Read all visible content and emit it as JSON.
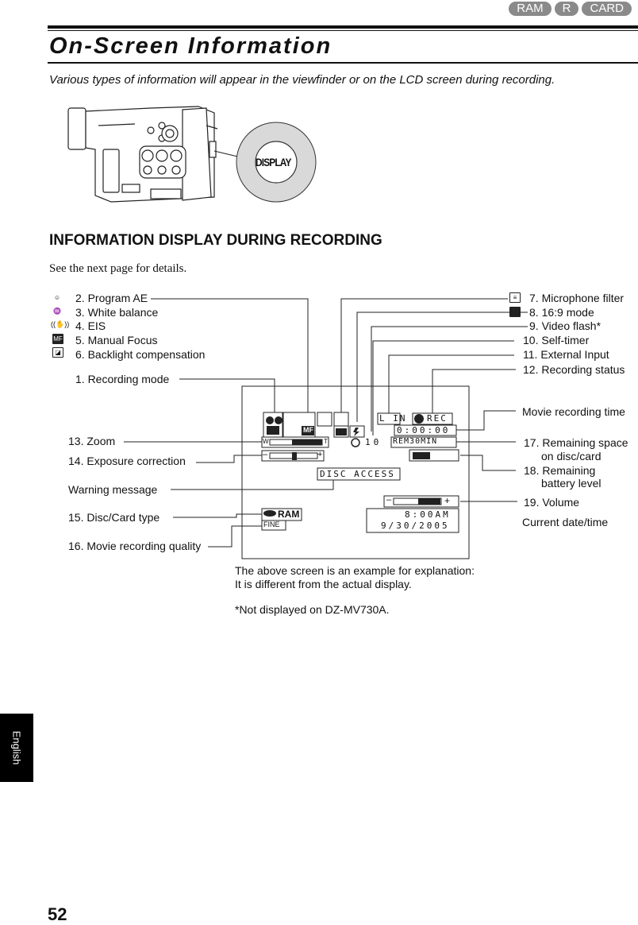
{
  "tabs": [
    "RAM",
    "R",
    "CARD"
  ],
  "title": "On-Screen Information",
  "intro": "Various types of information will appear in the viewfinder or on the LCD screen during recording.",
  "camera": {
    "display_button": "DISPLAY"
  },
  "heading": "INFORMATION DISPLAY DURING RECORDING",
  "subheading": "See the next page for details.",
  "labels_left": {
    "program_ae": "2. Program AE",
    "white_balance": "3. White balance",
    "eis": "4. EIS",
    "manual_focus": "5. Manual Focus",
    "backlight": "6. Backlight compensation",
    "recording_mode": "1. Recording mode",
    "zoom": "13. Zoom",
    "exposure": "14. Exposure correction",
    "warning": "Warning message",
    "disc_type": "15. Disc/Card type",
    "quality": "16. Movie recording quality"
  },
  "labels_right": {
    "mic_filter": "7. Microphone filter",
    "wide_mode": "8. 16:9 mode",
    "video_flash": "9. Video flash*",
    "self_timer": "10. Self-timer",
    "external_input": "11. External Input",
    "rec_status": "12. Recording status",
    "rec_time": "Movie recording time",
    "remaining_space_1": "17. Remaining space",
    "remaining_space_2": "on disc/card",
    "battery_1": "18. Remaining",
    "battery_2": "battery level",
    "volume": "19. Volume",
    "date_time": "Current date/time"
  },
  "screen": {
    "lin": "L IN",
    "rec": "REC",
    "time": "0:00:00",
    "rem": "REM30MIN",
    "timer": "10",
    "disc_access": "DISC ACCESS",
    "clock": "8:00AM",
    "date": "9/30/2005",
    "disc": "RAM",
    "quality": "FINE",
    "zoom_w": "W",
    "zoom_t": "T",
    "mf": "MF",
    "minus": "–",
    "plus": "+"
  },
  "notes": {
    "line1": "The above screen is an example for explanation:",
    "line2": "It is different from the actual display.",
    "footnote": "*Not displayed on DZ-MV730A."
  },
  "sidebar_lang": "English",
  "page_number": "52"
}
